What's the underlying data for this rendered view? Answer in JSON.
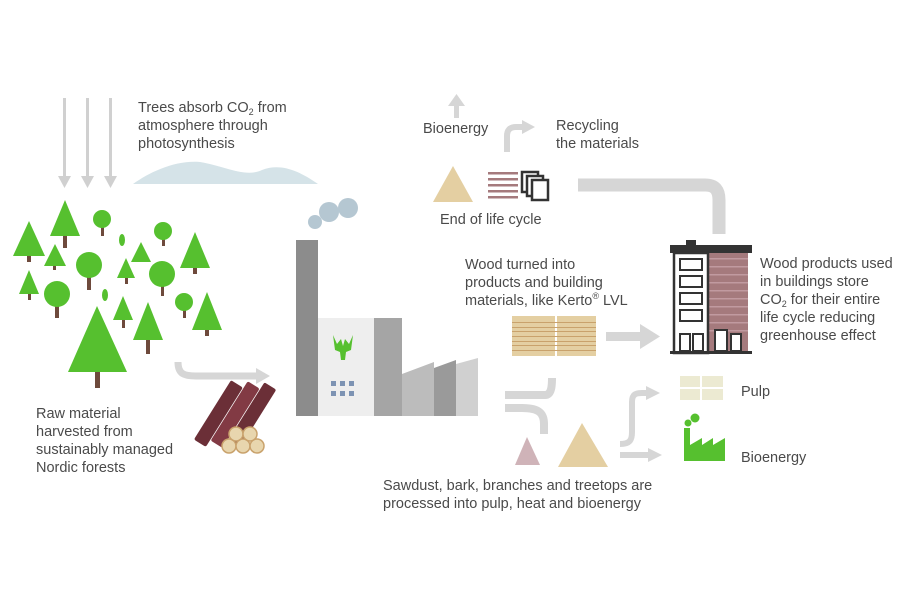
{
  "labels": {
    "trees_absorb": {
      "line1_prefix": "Trees absorb CO",
      "line1_sub": "2",
      "line1_suffix": " from",
      "line2": "atmosphere through",
      "line3": "photosynthesis"
    },
    "raw_material": {
      "line1": "Raw material",
      "line2": "harvested from",
      "line3": "sustainably managed",
      "line4": "Nordic forests"
    },
    "bioenergy_top": "Bioenergy",
    "recycling": {
      "line1": "Recycling",
      "line2": "the materials"
    },
    "end_of_life": "End of life cycle",
    "wood_turned": {
      "line1": "Wood turned into",
      "line2": "products and building",
      "line3_prefix": "materials, like Kerto",
      "line3_sup": "®",
      "line3_suffix": " LVL"
    },
    "wood_products": {
      "line1": "Wood products used",
      "line2": "in buildings store",
      "line3_prefix": "CO",
      "line3_sub": "2",
      "line3_suffix": " for their entire",
      "line4": "life cycle reducing",
      "line5": "greenhouse effect"
    },
    "pulp": "Pulp",
    "bioenergy_bottom": "Bioenergy",
    "sawdust": {
      "line1": "Sawdust, bark, branches and treetops are",
      "line2": "processed into pulp, heat and bioenergy"
    }
  },
  "colors": {
    "tree_green": "#56c02f",
    "trunk_brown": "#6e4a3c",
    "arrow_gray": "#d6d6d6",
    "factory_gray": "#8c8c8c",
    "log_brown": "#6b2f37",
    "lumber_beige": "#e4cfa2",
    "building_pink": "#a57a7d",
    "cloud_blue": "#d5e3e8",
    "text": "#4a4a4a"
  }
}
